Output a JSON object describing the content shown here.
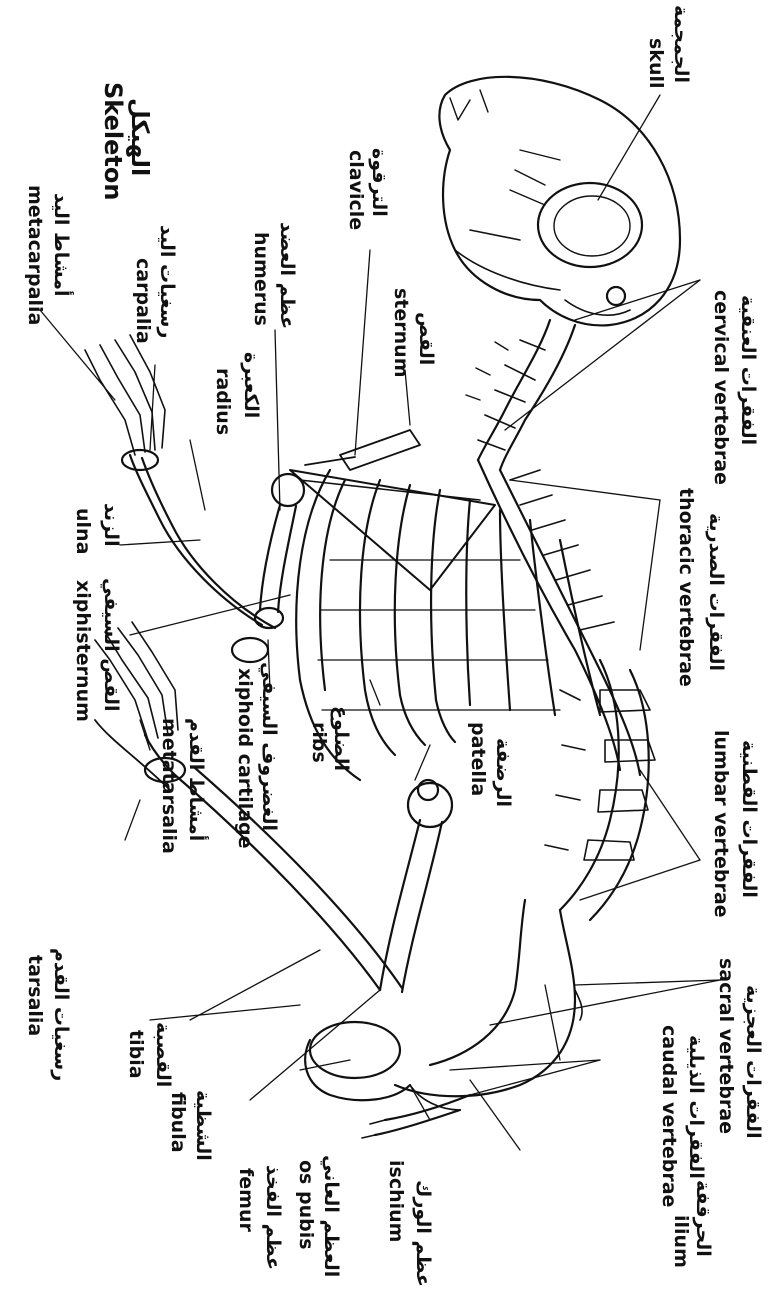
{
  "title": {
    "english": "Skeleton",
    "arabic": "الهيكل"
  },
  "labels": {
    "skull": {
      "en": "skull",
      "ar": "الجمجمة"
    },
    "clavicle": {
      "en": "clavicle",
      "ar": "الترقوة"
    },
    "sternum": {
      "en": "sternum",
      "ar": "القص"
    },
    "humerus": {
      "en": "humerus",
      "ar": "عظم العضد"
    },
    "carpalia": {
      "en": "carpalia",
      "ar": "رسغيات اليد"
    },
    "metacarpalia": {
      "en": "metacarpalia",
      "ar": "أمشاط اليد"
    },
    "radius": {
      "en": "radius",
      "ar": "الكعبرة"
    },
    "ulna": {
      "en": "ulna",
      "ar": "الزند"
    },
    "xiphisternum": {
      "en": "xiphisternum",
      "ar": "القص السيفي"
    },
    "xiphoid_cartilage": {
      "en": "xiphoid cartilage",
      "ar": "الغضروف السيفي"
    },
    "ribs": {
      "en": "ribs",
      "ar": "الضلوع"
    },
    "cervical_vertebrae": {
      "en": "cervical vertebrae",
      "ar": "الفقرات العنقية"
    },
    "thoracic_vertebrae": {
      "en": "thoracic vertebrae",
      "ar": "الفقرات الصدرية"
    },
    "lumbar_vertebrae": {
      "en": "lumbar vertebrae",
      "ar": "الفقرات القطنية"
    },
    "sacral_vertebrae": {
      "en": "sacral vertebrae",
      "ar": "الفقرات العجزية"
    },
    "caudal_vertebrae": {
      "en": "caudal vertebrae",
      "ar": "الفقرات الذيلية"
    },
    "patella": {
      "en": "patella",
      "ar": "الرضفة"
    },
    "metatarsalia": {
      "en": "metatarsalia",
      "ar": "أمشاط القدم"
    },
    "tarsalia": {
      "en": "tarsalia",
      "ar": "رسغيات القدم"
    },
    "tibia": {
      "en": "tibia",
      "ar": "القصبة"
    },
    "fibula": {
      "en": "fibula",
      "ar": "الشظية"
    },
    "femur": {
      "en": "femur",
      "ar": "عظم الفخذ"
    },
    "os_pubis": {
      "en": "os pubis",
      "ar": "العظم العاني"
    },
    "ischium": {
      "en": "ischium",
      "ar": "عظم الورك"
    },
    "ilium": {
      "en": "ilium",
      "ar": "الحرقفة"
    }
  }
}
